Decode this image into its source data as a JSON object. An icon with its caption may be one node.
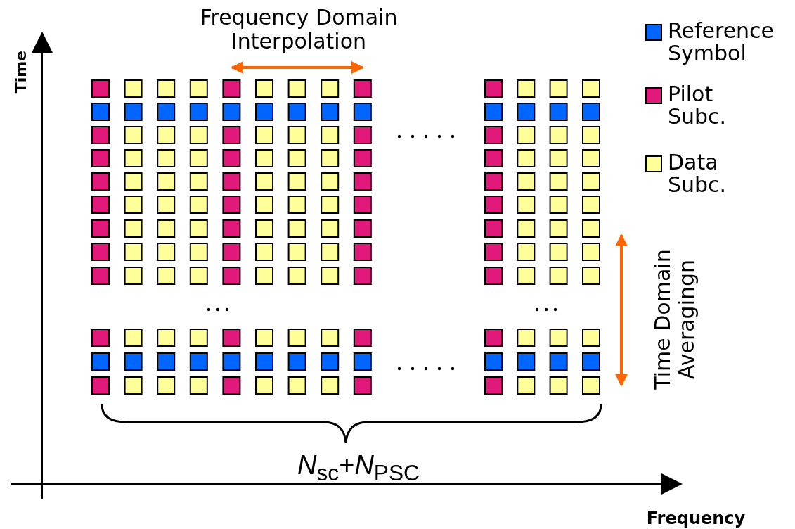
{
  "diagram": {
    "labels": [
      "Frequency Domain Interpolation",
      "Time",
      "Time Domain Averagingn",
      "*N*$_{sc}$+*N*$_{PSC}$",
      "Frequency"
    ],
    "legend": [
      {
        "text": "Reference Symbol",
        "color": "#0066ff"
      },
      {
        "text": "Pilot Subc.",
        "color": "#e0197a"
      },
      {
        "text": "Data Subc.",
        "color": "#ffff99"
      }
    ]
  }
}
